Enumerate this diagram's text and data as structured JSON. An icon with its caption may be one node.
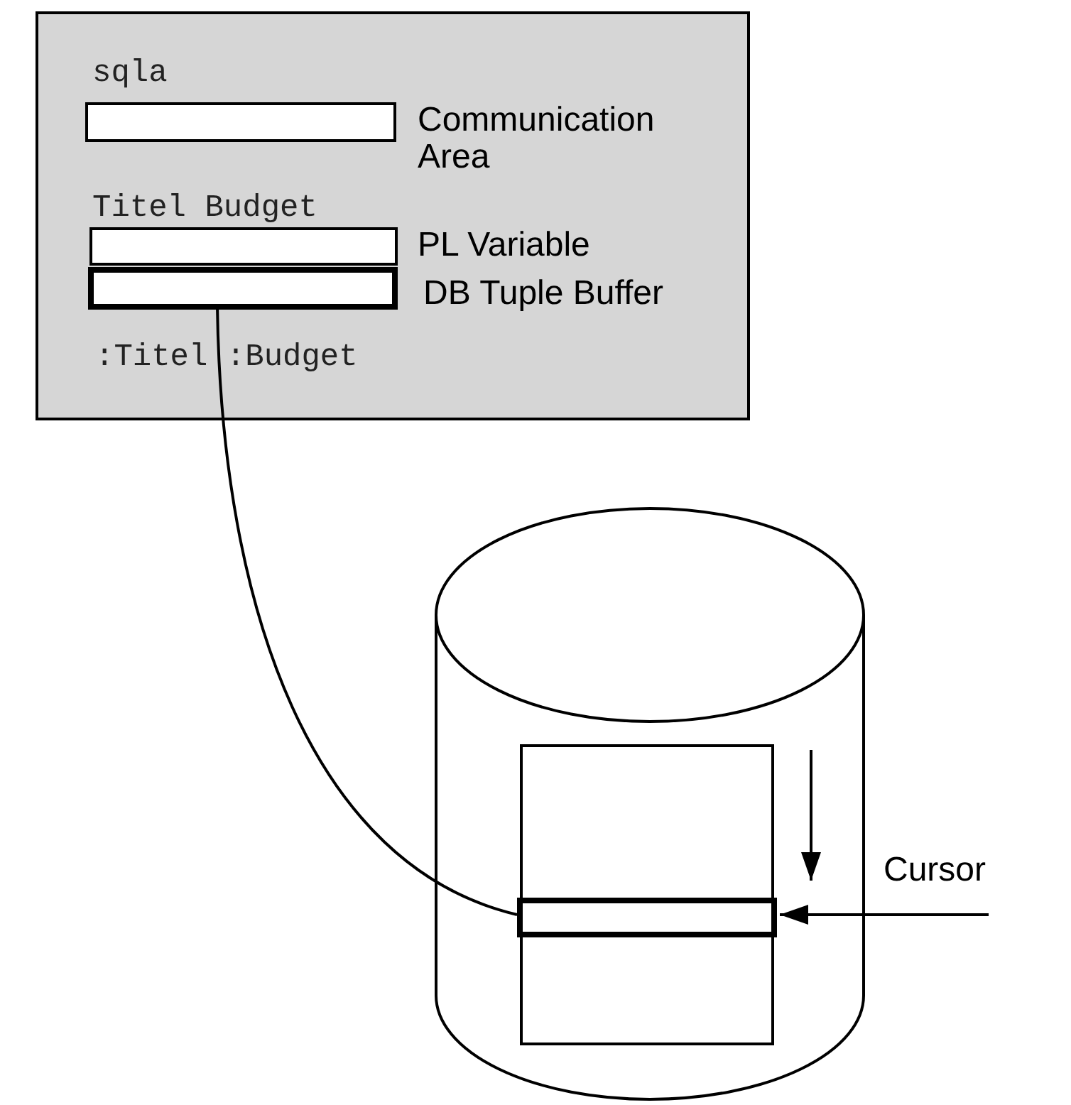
{
  "diagram": {
    "nodes": [
      {
        "text": [],
        "shape": "box"
      },
      {
        "text": [
          "sqla"
        ],
        "in": 0,
        "beside": [
          "Communication Area"
        ]
      },
      {
        "text": [
          "Titel Budget"
        ],
        "in": 0,
        "beside": [
          "PL Variable"
        ]
      },
      {
        "text": [],
        "shape": "box",
        "in": 0,
        "beside": [
          "DB Tuple Buffer"
        ]
      },
      {
        "text": [],
        "shape": "cylinder"
      },
      {
        "text": [],
        "shape": "box",
        "in": 4
      },
      {
        "text": [],
        "shape": "box",
        "in": 5
      },
      {
        "text": [
          "Cursor"
        ]
      }
    ],
    "edges": [
      {
        "from": 3,
        "to": 6,
        "arrow": "none"
      },
      {
        "from": 7,
        "to": 6,
        "arrow": "to"
      }
    ],
    "labels": [
      ":Titel :Budget"
    ]
  }
}
